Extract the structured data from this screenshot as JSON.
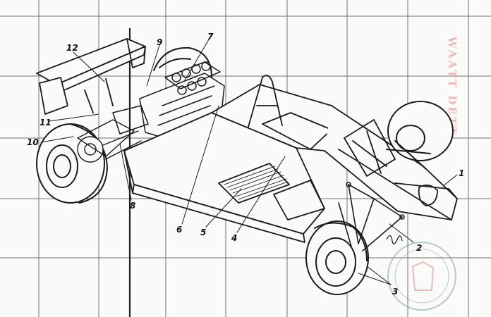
{
  "callouts": [
    {
      "id": "1",
      "text": "1"
    },
    {
      "id": "2",
      "text": "2"
    },
    {
      "id": "3",
      "text": "3"
    },
    {
      "id": "4",
      "text": "4"
    },
    {
      "id": "5",
      "text": "5"
    },
    {
      "id": "6",
      "text": "6"
    },
    {
      "id": "7",
      "text": "7"
    },
    {
      "id": "8",
      "text": "8"
    },
    {
      "id": "9",
      "text": "9"
    },
    {
      "id": "10",
      "text": "10"
    },
    {
      "id": "11",
      "text": "11"
    },
    {
      "id": "12",
      "text": "12"
    }
  ],
  "watermark": {
    "text": "WAATT DETT"
  },
  "colors": {
    "ink": "#1a1a1a",
    "grid": "#3a3a3a",
    "paper": "#fbfbfa",
    "stamp": "#d88a8a",
    "seal": "#7aa58a"
  }
}
